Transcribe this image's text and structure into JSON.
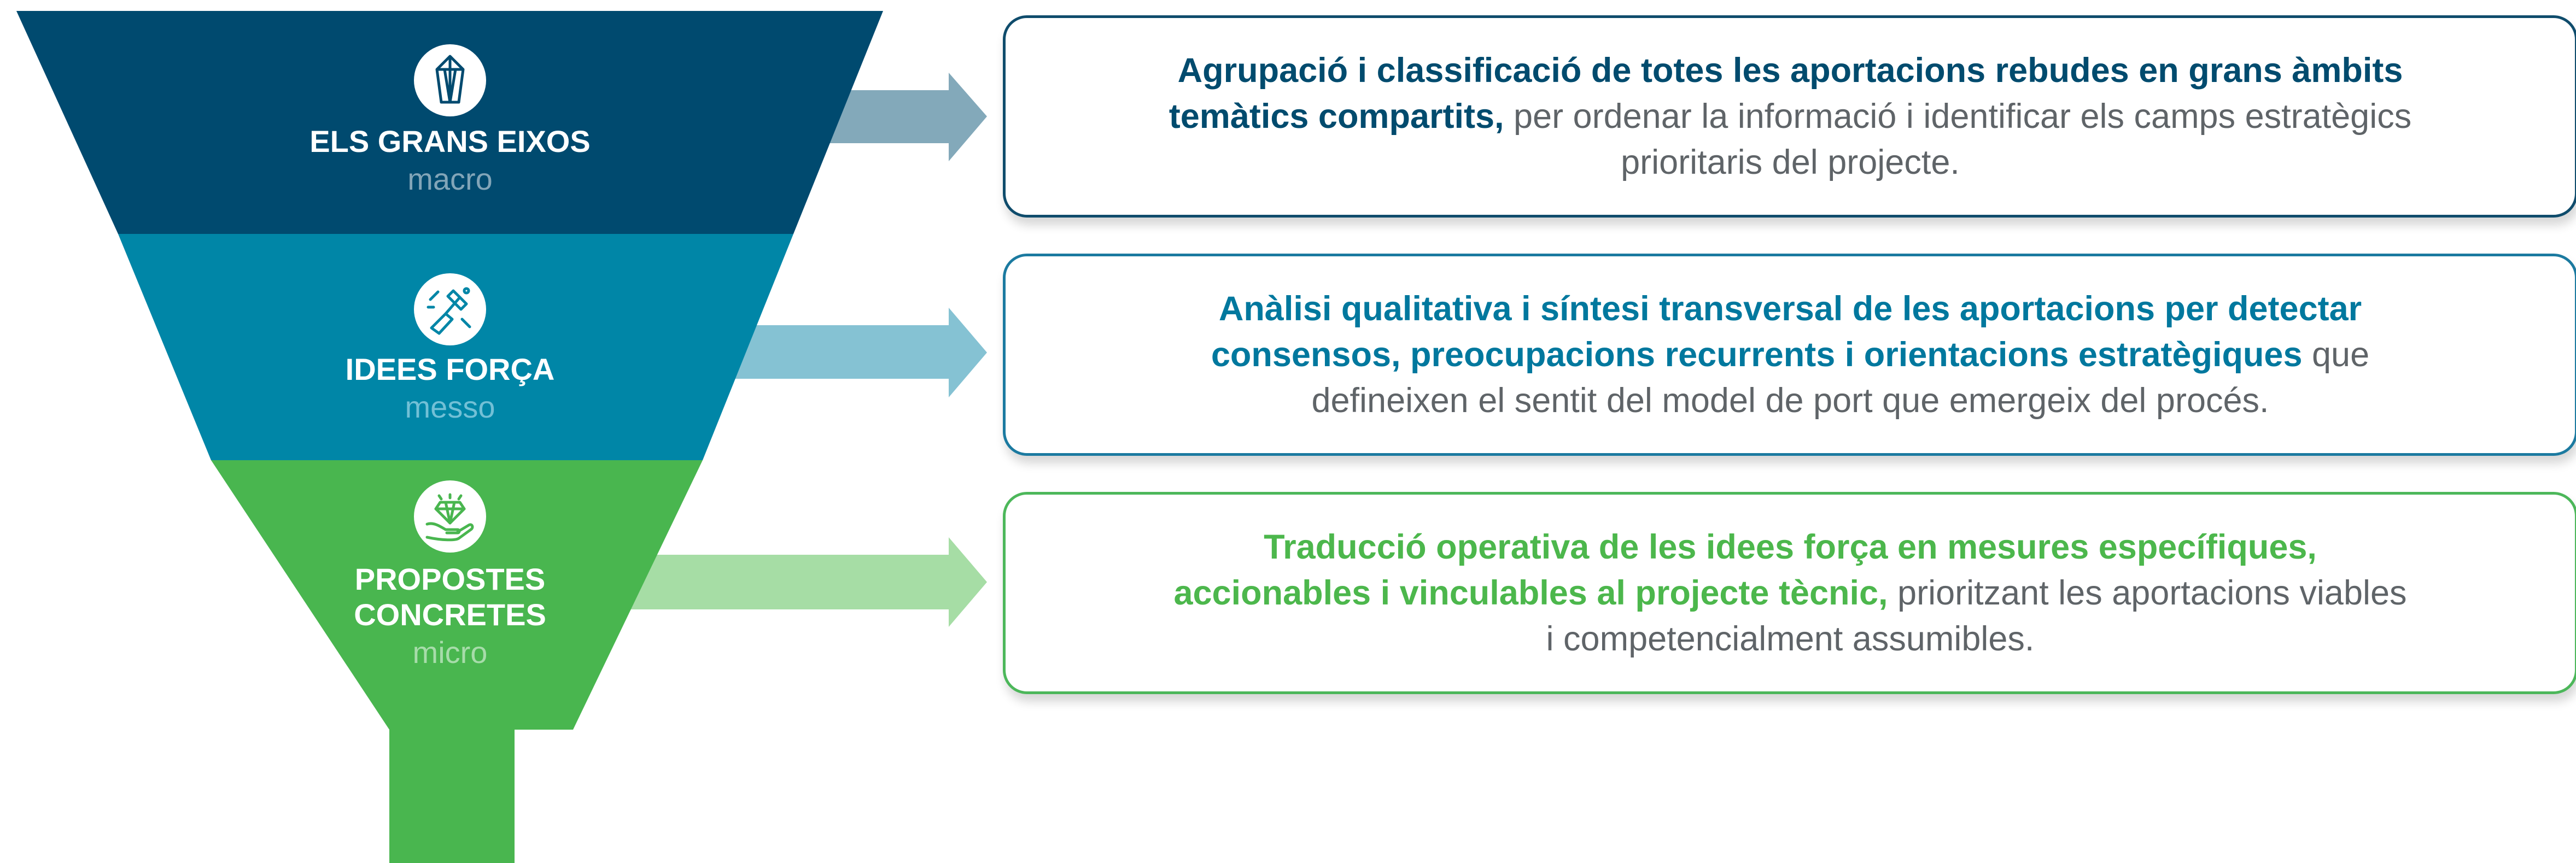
{
  "colors": {
    "level1": "#004a6f",
    "level2": "#0086a7",
    "level3": "#49b64f",
    "arrow1": "#83a9ba",
    "arrow2": "#85c2d3",
    "arrow3": "#a6dda5",
    "sub1": "#82a5b8",
    "sub2": "#72c0d6",
    "sub3": "#a7dcaa",
    "text1": "#004b6e",
    "text2": "#00789e",
    "text3": "#4cb74c"
  },
  "levels": [
    {
      "title": "ELS GRANS EIXOS",
      "subtitle": "macro",
      "icon": "crystal-icon"
    },
    {
      "title": "IDEES FORÇA",
      "subtitle": "messo",
      "icon": "hand-tool-icon"
    },
    {
      "title_line1": "PROPOSTES",
      "title_line2": "CONCRETES",
      "subtitle": "micro",
      "icon": "hand-gem-icon"
    }
  ],
  "boxes": [
    {
      "strong": "Agrupació i classificació de totes les aportacions rebudes en grans àmbits temàtics compartits,",
      "rest": " per ordenar la informació i identificar els camps estratègics prioritaris del projecte."
    },
    {
      "strong": "Anàlisi qualitativa i síntesi transversal de les aportacions per detectar consensos, preocupacions recurrents i orientacions estratègiques",
      "rest": " que defineixen el sentit del model de port que emergeix del procés."
    },
    {
      "strong": "Traducció operativa de les idees força en mesures específiques, accionables i vinculables al projecte tècnic,",
      "rest": " prioritzant les aportacions viables i competencialment assumibles."
    }
  ]
}
